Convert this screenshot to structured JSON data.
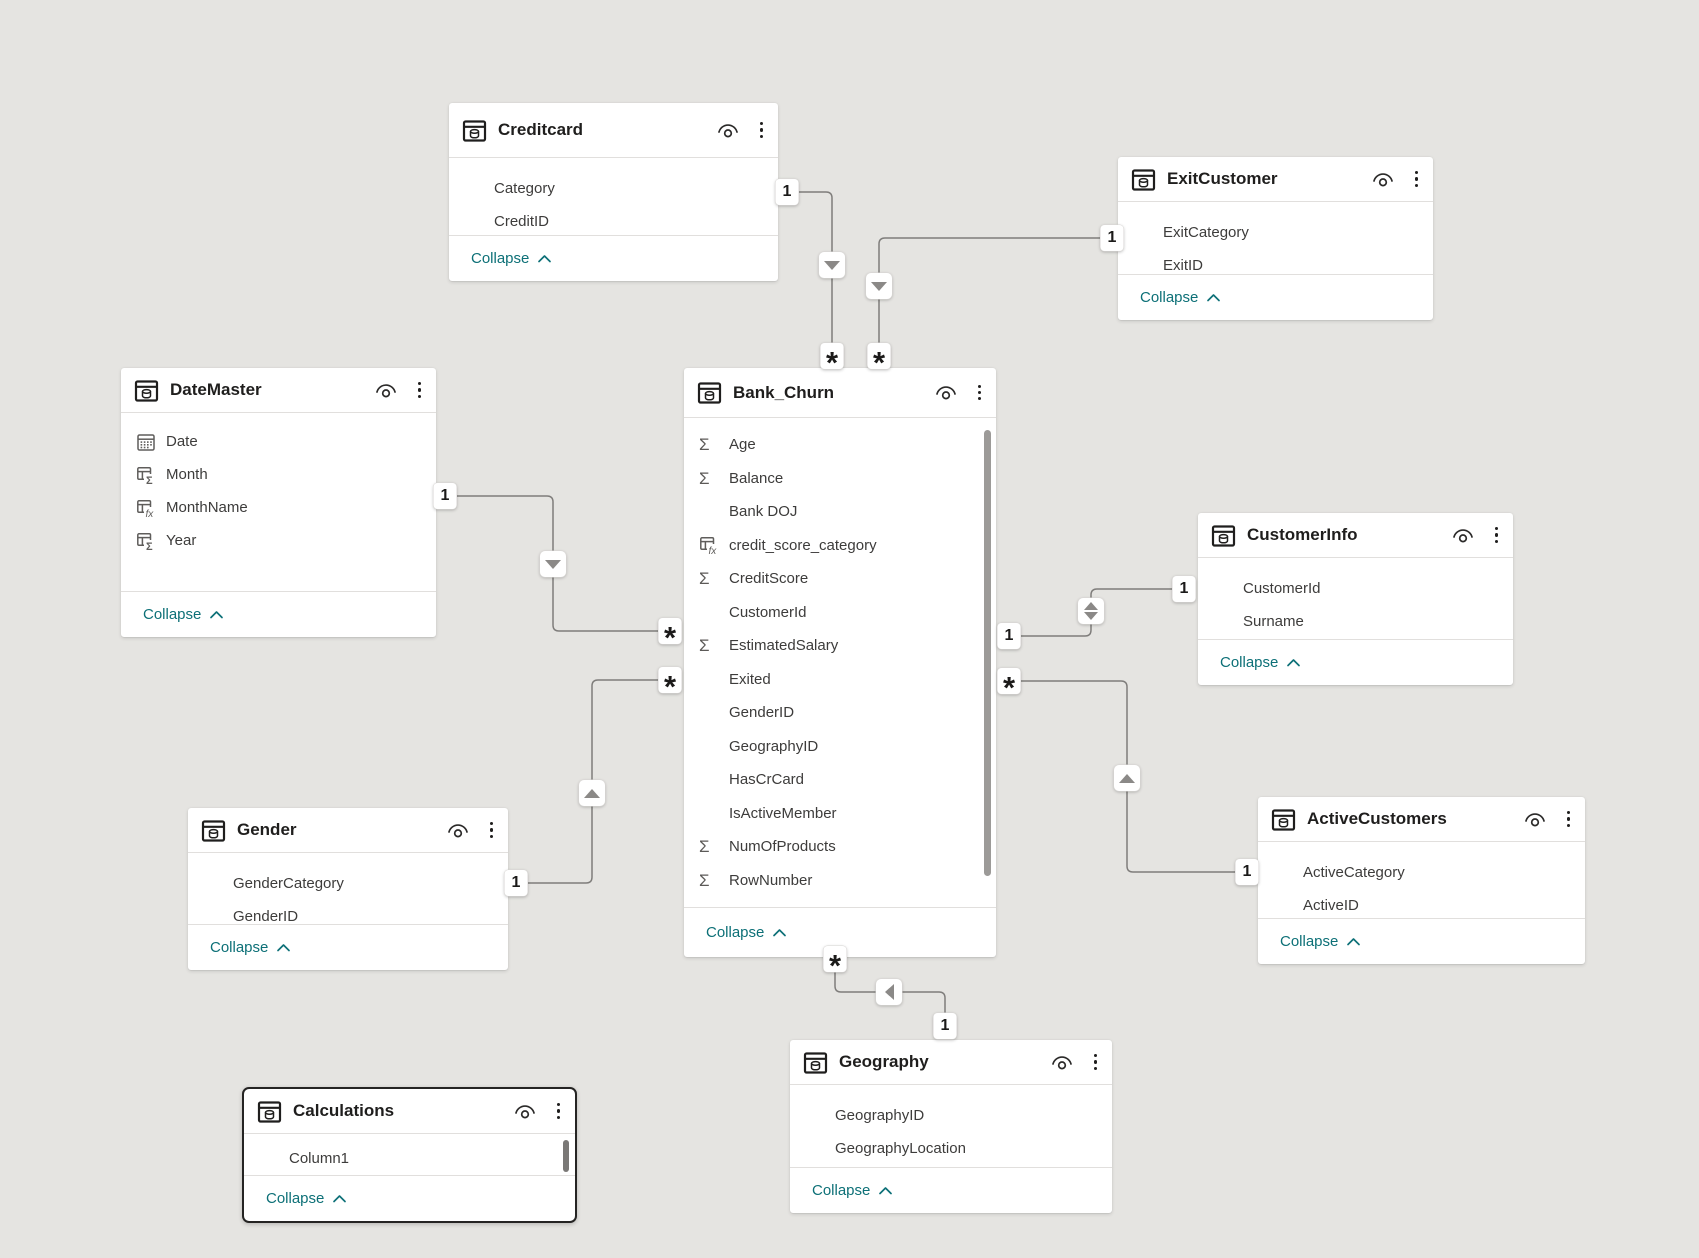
{
  "ui": {
    "collapse_label": "Collapse",
    "background_color": "#e5e4e1",
    "accent_teal": "#0d7077",
    "line_color": "#7f7d7b"
  },
  "icons": {
    "sum_glyph": "Σ"
  },
  "tables": [
    {
      "name": "Creditcard",
      "fields": [
        {
          "name": "Category",
          "icon": "none"
        },
        {
          "name": "CreditID",
          "icon": "none"
        }
      ]
    },
    {
      "name": "ExitCustomer",
      "fields": [
        {
          "name": "ExitCategory",
          "icon": "none"
        },
        {
          "name": "ExitID",
          "icon": "none"
        }
      ]
    },
    {
      "name": "DateMaster",
      "fields": [
        {
          "name": "Date",
          "icon": "calendar"
        },
        {
          "name": "Month",
          "icon": "calculated-column-sum"
        },
        {
          "name": "MonthName",
          "icon": "calculated-column-fx"
        },
        {
          "name": "Year",
          "icon": "calculated-column-sum"
        }
      ]
    },
    {
      "name": "Bank_Churn",
      "fields": [
        {
          "name": "Age",
          "icon": "sum"
        },
        {
          "name": "Balance",
          "icon": "sum"
        },
        {
          "name": "Bank DOJ",
          "icon": "none"
        },
        {
          "name": "credit_score_category",
          "icon": "calculated-column-fx"
        },
        {
          "name": "CreditScore",
          "icon": "sum"
        },
        {
          "name": "CustomerId",
          "icon": "none"
        },
        {
          "name": "EstimatedSalary",
          "icon": "sum"
        },
        {
          "name": "Exited",
          "icon": "none"
        },
        {
          "name": "GenderID",
          "icon": "none"
        },
        {
          "name": "GeographyID",
          "icon": "none"
        },
        {
          "name": "HasCrCard",
          "icon": "none"
        },
        {
          "name": "IsActiveMember",
          "icon": "none"
        },
        {
          "name": "NumOfProducts",
          "icon": "sum"
        },
        {
          "name": "RowNumber",
          "icon": "sum"
        }
      ]
    },
    {
      "name": "CustomerInfo",
      "fields": [
        {
          "name": "CustomerId",
          "icon": "none"
        },
        {
          "name": "Surname",
          "icon": "none"
        }
      ]
    },
    {
      "name": "Gender",
      "fields": [
        {
          "name": "GenderCategory",
          "icon": "none"
        },
        {
          "name": "GenderID",
          "icon": "none"
        }
      ]
    },
    {
      "name": "ActiveCustomers",
      "fields": [
        {
          "name": "ActiveCategory",
          "icon": "none"
        },
        {
          "name": "ActiveID",
          "icon": "none"
        }
      ]
    },
    {
      "name": "Calculations",
      "fields": [
        {
          "name": "Column1",
          "icon": "none"
        }
      ]
    },
    {
      "name": "Geography",
      "fields": [
        {
          "name": "GeographyID",
          "icon": "none"
        },
        {
          "name": "GeographyLocation",
          "icon": "none"
        }
      ]
    }
  ],
  "relationships": [
    {
      "from": "Creditcard",
      "to": "Bank_Churn",
      "from_label": "1",
      "to_label": "*",
      "filter_direction": "single"
    },
    {
      "from": "ExitCustomer",
      "to": "Bank_Churn",
      "from_label": "1",
      "to_label": "*",
      "filter_direction": "single"
    },
    {
      "from": "DateMaster",
      "to": "Bank_Churn",
      "from_label": "1",
      "to_label": "*",
      "filter_direction": "single"
    },
    {
      "from": "Gender",
      "to": "Bank_Churn",
      "from_label": "1",
      "to_label": "*",
      "filter_direction": "single"
    },
    {
      "from": "CustomerInfo",
      "to": "Bank_Churn",
      "from_label": "1",
      "to_label": "1",
      "filter_direction": "both"
    },
    {
      "from": "ActiveCustomers",
      "to": "Bank_Churn",
      "from_label": "1",
      "to_label": "*",
      "filter_direction": "single"
    },
    {
      "from": "Geography",
      "to": "Bank_Churn",
      "from_label": "1",
      "to_label": "*",
      "filter_direction": "single"
    }
  ]
}
